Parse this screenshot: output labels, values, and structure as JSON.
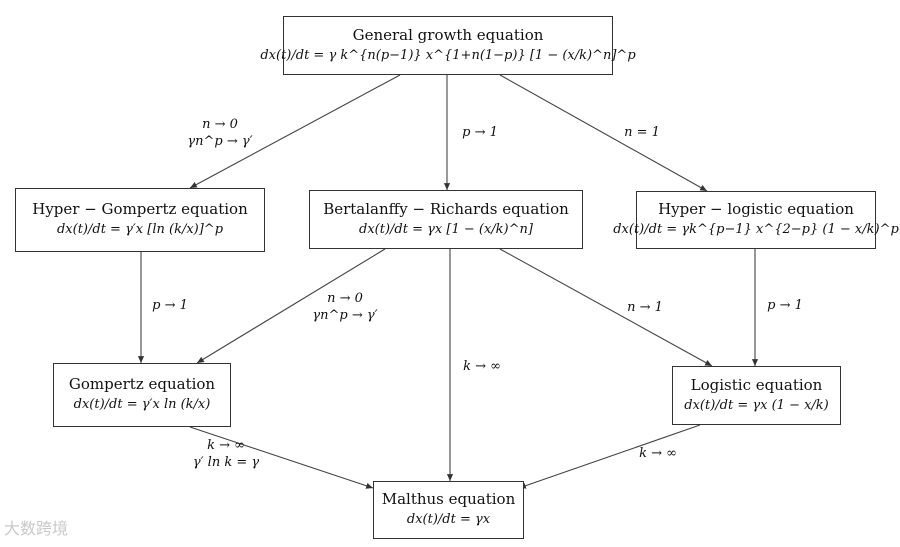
{
  "nodes": {
    "general": {
      "title": "General growth equation",
      "equation": "dx(t)/dt = γ k^{n(p−1)} x^{1+n(1−p)} [1 − (x/k)^n]^p"
    },
    "hyper_gompertz": {
      "title": "Hyper − Gompertz equation",
      "equation": "dx(t)/dt = γ′x [ln (k/x)]^p"
    },
    "bertalanffy": {
      "title": "Bertalanffy − Richards equation",
      "equation": "dx(t)/dt = γx [1 − (x/k)^n]"
    },
    "hyper_logistic": {
      "title": "Hyper − logistic equation",
      "equation": "dx(t)/dt = γk^{p−1} x^{2−p} (1 − x/k)^p"
    },
    "gompertz": {
      "title": "Gompertz equation",
      "equation": "dx(t)/dt = γ′x ln (k/x)"
    },
    "logistic": {
      "title": "Logistic equation",
      "equation": "dx(t)/dt = γx (1 − x/k)"
    },
    "malthus": {
      "title": "Malthus equation",
      "equation": "dx(t)/dt = γx"
    }
  },
  "edges": {
    "general_to_hyper_gompertz": {
      "line1": "n → 0",
      "line2": "γn^p → γ′"
    },
    "general_to_bertalanffy": {
      "line1": "p → 1"
    },
    "general_to_hyper_logistic": {
      "line1": "n = 1"
    },
    "hyper_gompertz_to_gompertz": {
      "line1": "p → 1"
    },
    "bertalanffy_to_gompertz": {
      "line1": "n → 0",
      "line2": "γn^p → γ′"
    },
    "bertalanffy_to_malthus": {
      "line1": "k → ∞"
    },
    "bertalanffy_to_logistic": {
      "line1": "n → 1"
    },
    "hyper_logistic_to_logistic": {
      "line1": "p → 1"
    },
    "gompertz_to_malthus": {
      "line1": "k → ∞",
      "line2": "γ′ ln k = γ"
    },
    "logistic_to_malthus": {
      "line1": "k → ∞"
    }
  },
  "watermark": "大数跨境"
}
